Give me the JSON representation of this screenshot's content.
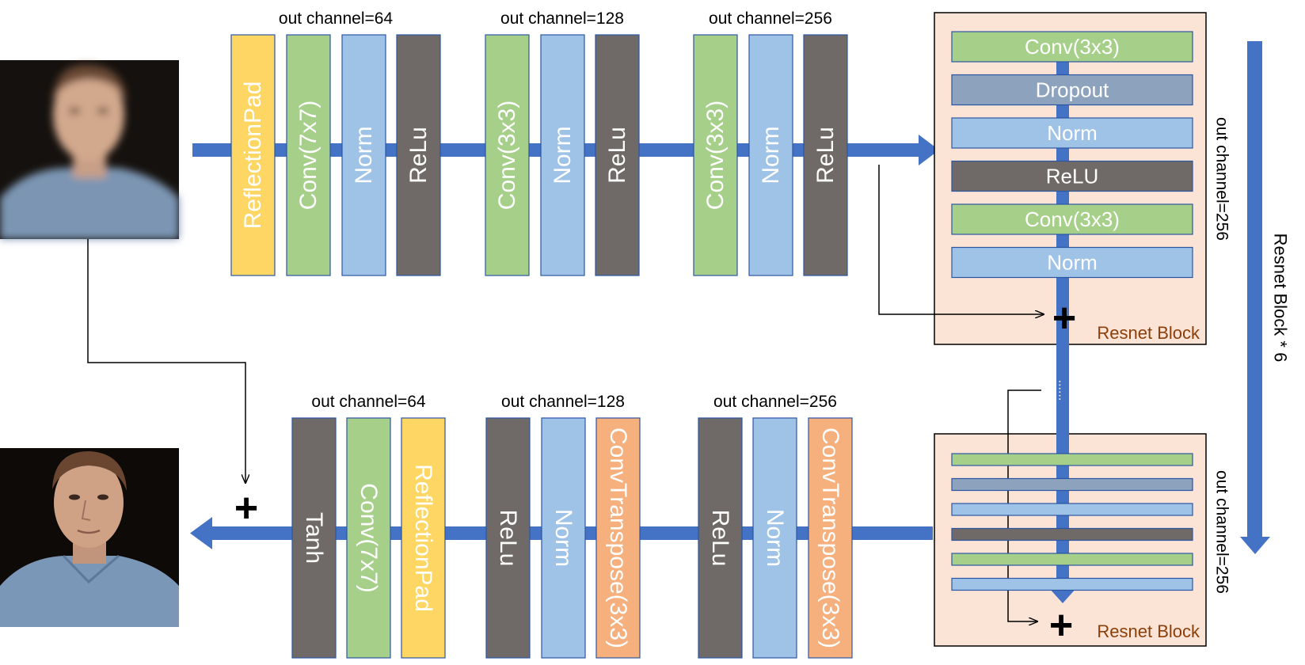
{
  "colors": {
    "yellow": "#fdd663",
    "green": "#a6d08a",
    "blue": "#9fc3e7",
    "gray": "#6f6a68",
    "orange": "#f5b07e",
    "dropout": "#8da2bd",
    "flow": "#4472c4",
    "block_bg": "#fbe3d5",
    "block_text": "#8a3f0a"
  },
  "input_image": {
    "icon": "blurred-face-photo"
  },
  "output_image": {
    "icon": "sharp-face-photo"
  },
  "encoder": {
    "groups": [
      {
        "label": "out channel=64",
        "layers": [
          {
            "text": "ReflectionPad",
            "color": "yellow"
          },
          {
            "text": "Conv(7x7)",
            "color": "green"
          },
          {
            "text": "Norm",
            "color": "blue"
          },
          {
            "text": "ReLu",
            "color": "gray"
          }
        ]
      },
      {
        "label": "out channel=128",
        "layers": [
          {
            "text": "Conv(3x3)",
            "color": "green"
          },
          {
            "text": "Norm",
            "color": "blue"
          },
          {
            "text": "ReLu",
            "color": "gray"
          }
        ]
      },
      {
        "label": "out channel=256",
        "layers": [
          {
            "text": "Conv(3x3)",
            "color": "green"
          },
          {
            "text": "Norm",
            "color": "blue"
          },
          {
            "text": "ReLu",
            "color": "gray"
          }
        ]
      }
    ]
  },
  "decoder": {
    "groups": [
      {
        "label": "out channel=64",
        "layers": [
          {
            "text": "Tanh",
            "color": "gray"
          },
          {
            "text": "Conv(7x7)",
            "color": "green"
          },
          {
            "text": "ReflectionPad",
            "color": "yellow"
          }
        ]
      },
      {
        "label": "out channel=128",
        "layers": [
          {
            "text": "ReLu",
            "color": "gray"
          },
          {
            "text": "Norm",
            "color": "blue"
          },
          {
            "text": "ConvTranspose(3x3)",
            "color": "orange"
          }
        ]
      },
      {
        "label": "out channel=256",
        "layers": [
          {
            "text": "ReLu",
            "color": "gray"
          },
          {
            "text": "Norm",
            "color": "blue"
          },
          {
            "text": "ConvTranspose(3x3)",
            "color": "orange"
          }
        ]
      }
    ]
  },
  "resnet_block_1": {
    "title": "Resnet Block",
    "side_label": "out channel=256",
    "layers": [
      {
        "text": "Conv(3x3)",
        "color": "green"
      },
      {
        "text": "Dropout",
        "color": "dropout"
      },
      {
        "text": "Norm",
        "color": "blue"
      },
      {
        "text": "ReLU",
        "color": "gray"
      },
      {
        "text": "Conv(3x3)",
        "color": "green"
      },
      {
        "text": "Norm",
        "color": "blue"
      }
    ]
  },
  "resnet_block_2": {
    "title": "Resnet Block",
    "side_label": "out channel=256",
    "layers": [
      {
        "color": "green"
      },
      {
        "color": "dropout"
      },
      {
        "color": "blue"
      },
      {
        "color": "gray"
      },
      {
        "color": "green"
      },
      {
        "color": "blue"
      }
    ]
  },
  "ellipsis": "......",
  "repeat_label": "Resnet Block * 6",
  "plus_sign": "+"
}
